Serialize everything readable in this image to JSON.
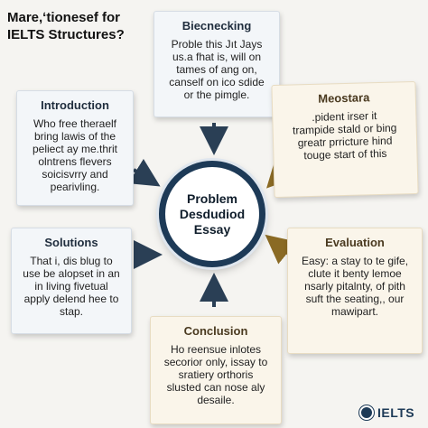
{
  "title": "Mare,ʻtionesef for IELTS Structures?",
  "hub": {
    "line1": "Problem",
    "line2": "Desdudiod",
    "line3": "Essay"
  },
  "cards": {
    "top": {
      "heading": "Biecnecking",
      "lines": [
        "Proble this Jıt Jays",
        "us.a fhat is, will on",
        "tames of ang on,",
        "canself on ico sdide",
        "or the pimgle."
      ]
    },
    "introduction": {
      "heading": "Introduction",
      "lines": [
        "Who free theraelf",
        "bring lawis of the",
        "peliect ay me.thrit",
        "olntrens flevers",
        "soicisvrry and",
        "pearivling."
      ]
    },
    "mid_right": {
      "heading": "Meostara",
      "lines": [
        ".pident irser it",
        "trampide stald or bing",
        "greatr prricture hind",
        "touge start of this"
      ]
    },
    "solutions": {
      "heading": "Solutions",
      "lines": [
        "That i, dis blug to",
        "use be alopset in an",
        "in living fivetual",
        "apply delend hee to",
        "stap."
      ]
    },
    "evaluation": {
      "heading": "Evaluation",
      "lines": [
        "Easy: a stay to te gife,",
        "clute it benty lemoe",
        "nsarly pitalnty, of pith",
        "suft the seating,, our",
        "mawipart."
      ]
    },
    "conclusion": {
      "heading": "Conclusion",
      "lines": [
        "Ho reensue inlotes",
        "secorior only, issay to",
        "sratiery orthoris",
        "slusted can nose aly",
        "desaile."
      ]
    }
  },
  "logo": {
    "text": "IELTS",
    "icon": "globe-icon"
  },
  "colors": {
    "navy": "#1d3a57",
    "gold": "#8a6a24",
    "arrow_blue": "#2a3f55"
  }
}
